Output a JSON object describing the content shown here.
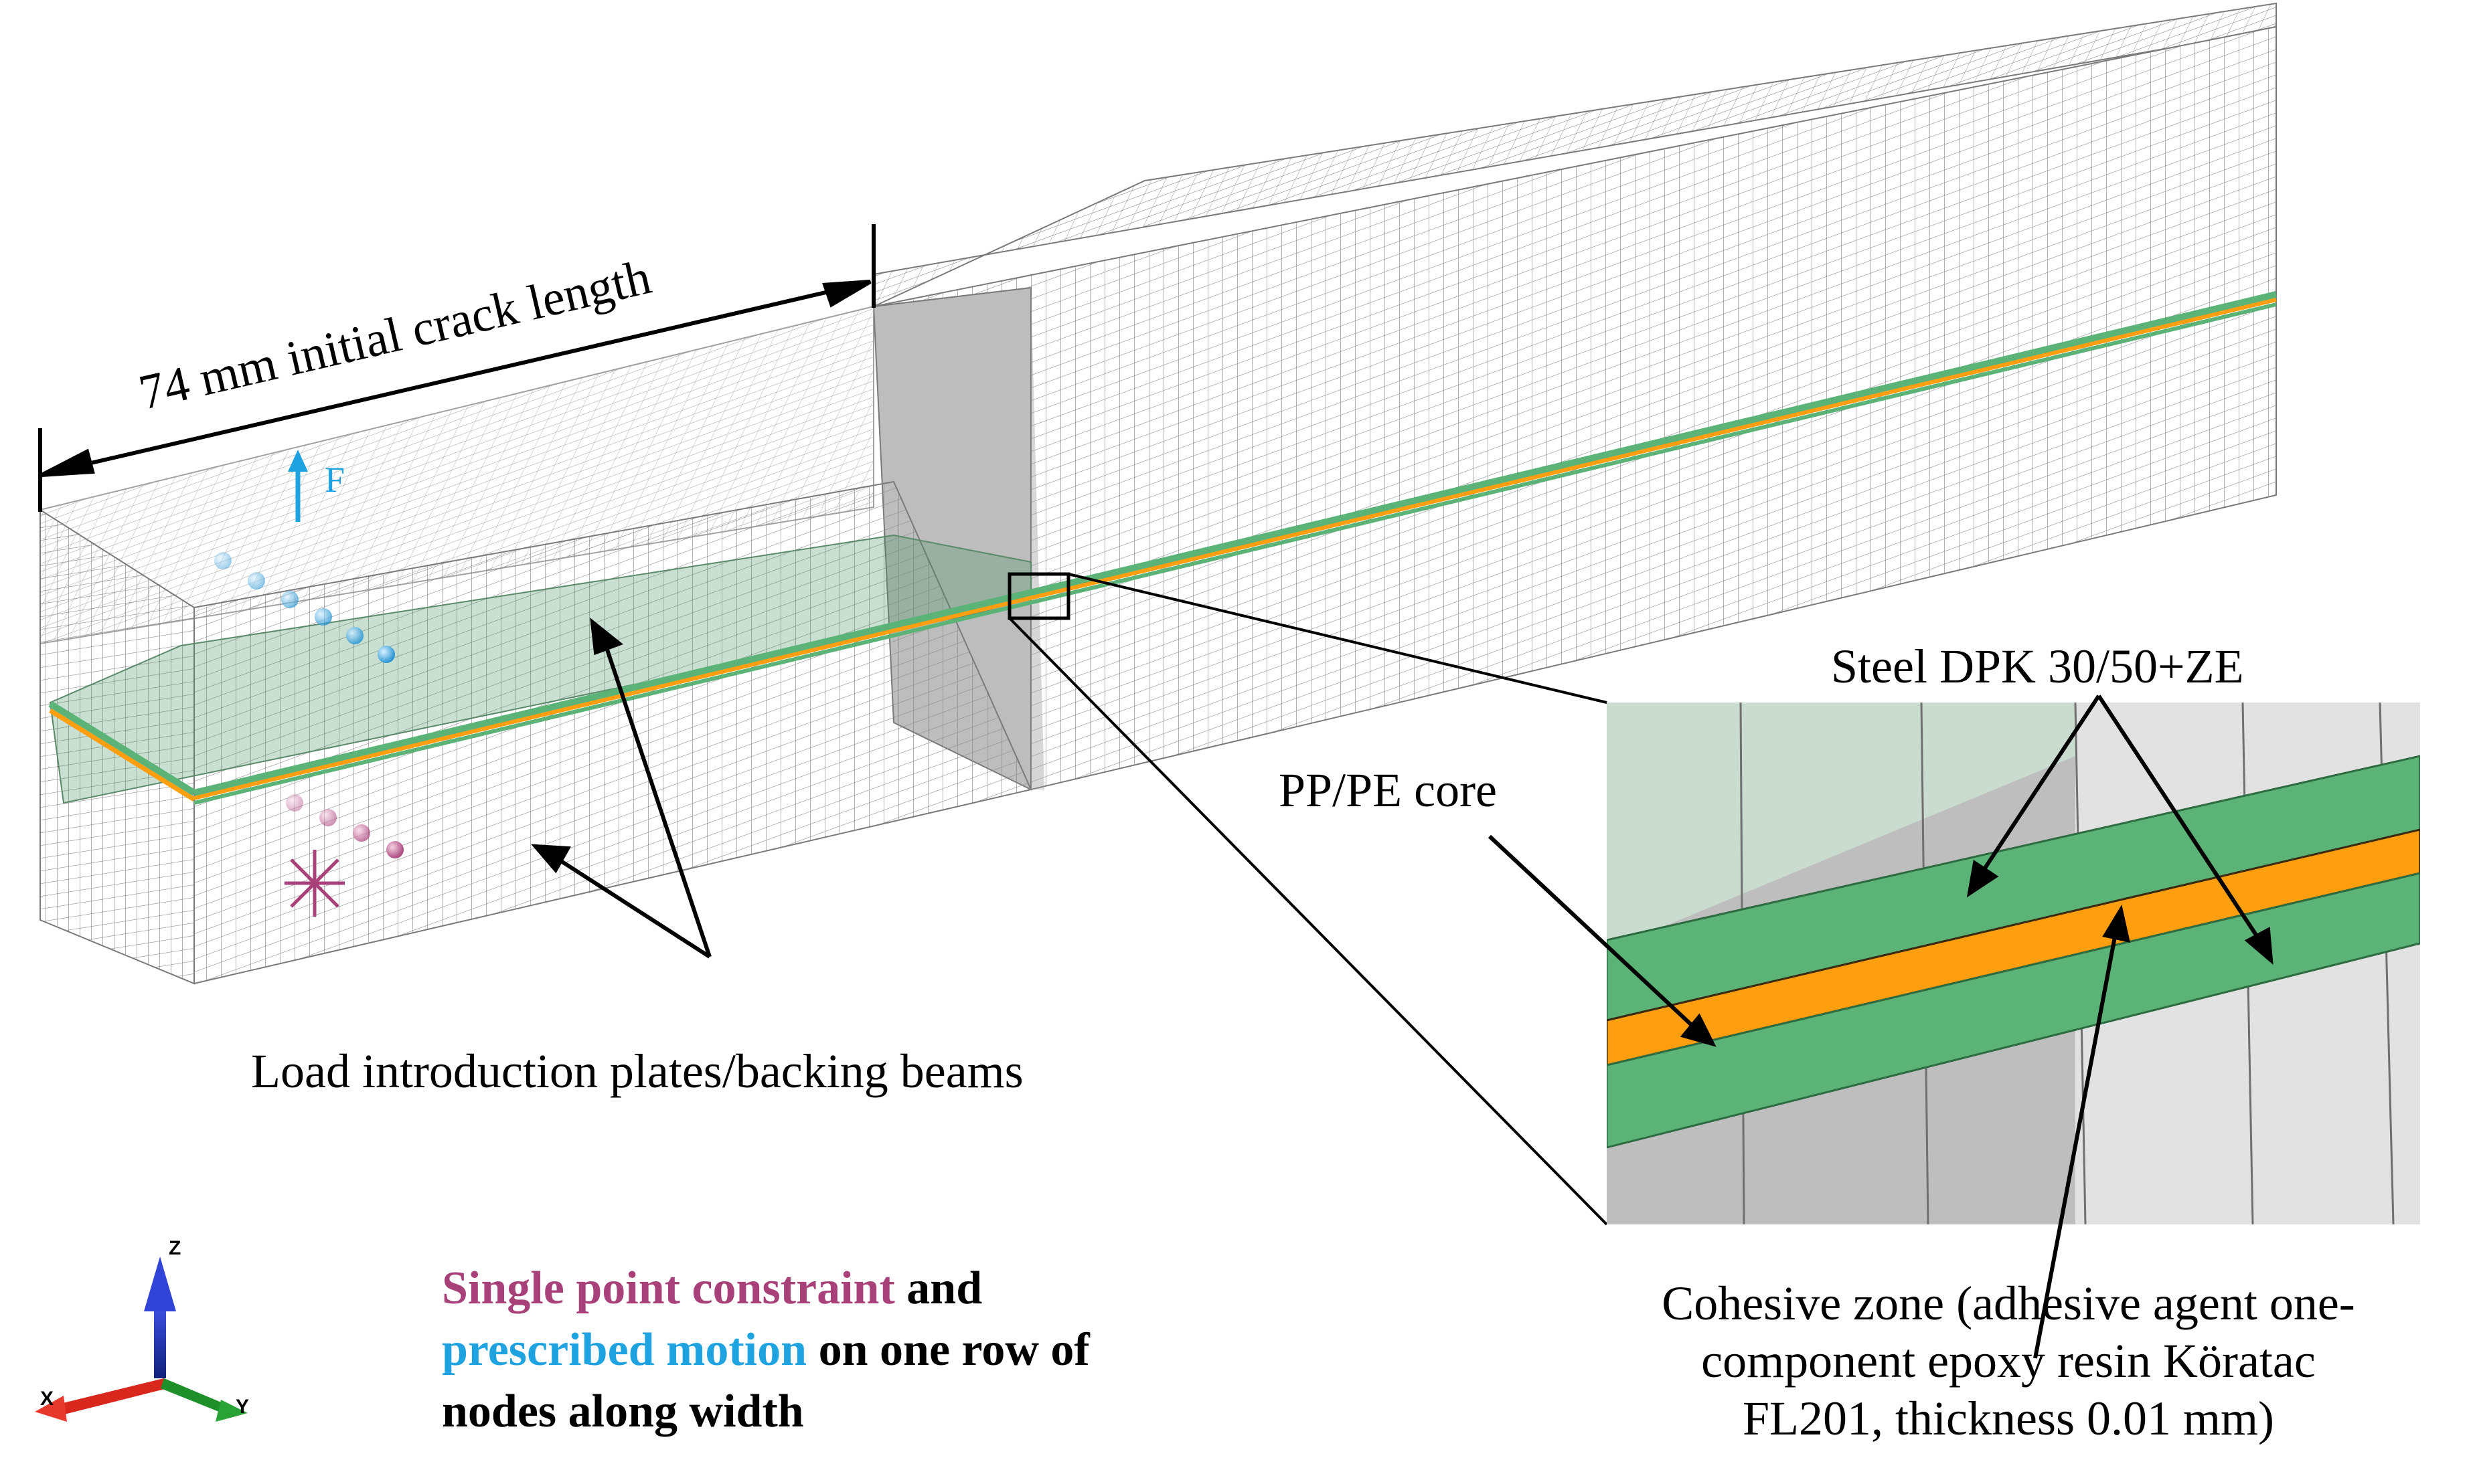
{
  "dimension": {
    "label": "74 mm initial crack length"
  },
  "force": {
    "label": "F"
  },
  "labels": {
    "load_plates": "Load introduction plates/backing beams",
    "steel": "Steel DPK 30/50+ZE",
    "core": "PP/PE core",
    "cohesive": [
      "Cohesive zone (adhesive agent one-",
      "component epoxy resin Köratac",
      "FL201, thickness 0.01 mm)"
    ]
  },
  "constraint_note": {
    "spc": "Single point constraint",
    "and": " and",
    "prescribed": "prescribed motion",
    "row": " on one row of",
    "nodes": "nodes along width"
  },
  "triad": {
    "z": "Z",
    "x": "X",
    "y": "Y"
  },
  "colors": {
    "mesh_line": "#7a7a7a",
    "steel_green": "#5cb377",
    "cohesive_orange": "#ff9e0f",
    "spc_magenta": "#a8417a",
    "motion_cyan": "#1ea3e0",
    "axis_z": "#1f2fb8",
    "axis_x": "#d8281d",
    "axis_y": "#1f8f2a"
  }
}
